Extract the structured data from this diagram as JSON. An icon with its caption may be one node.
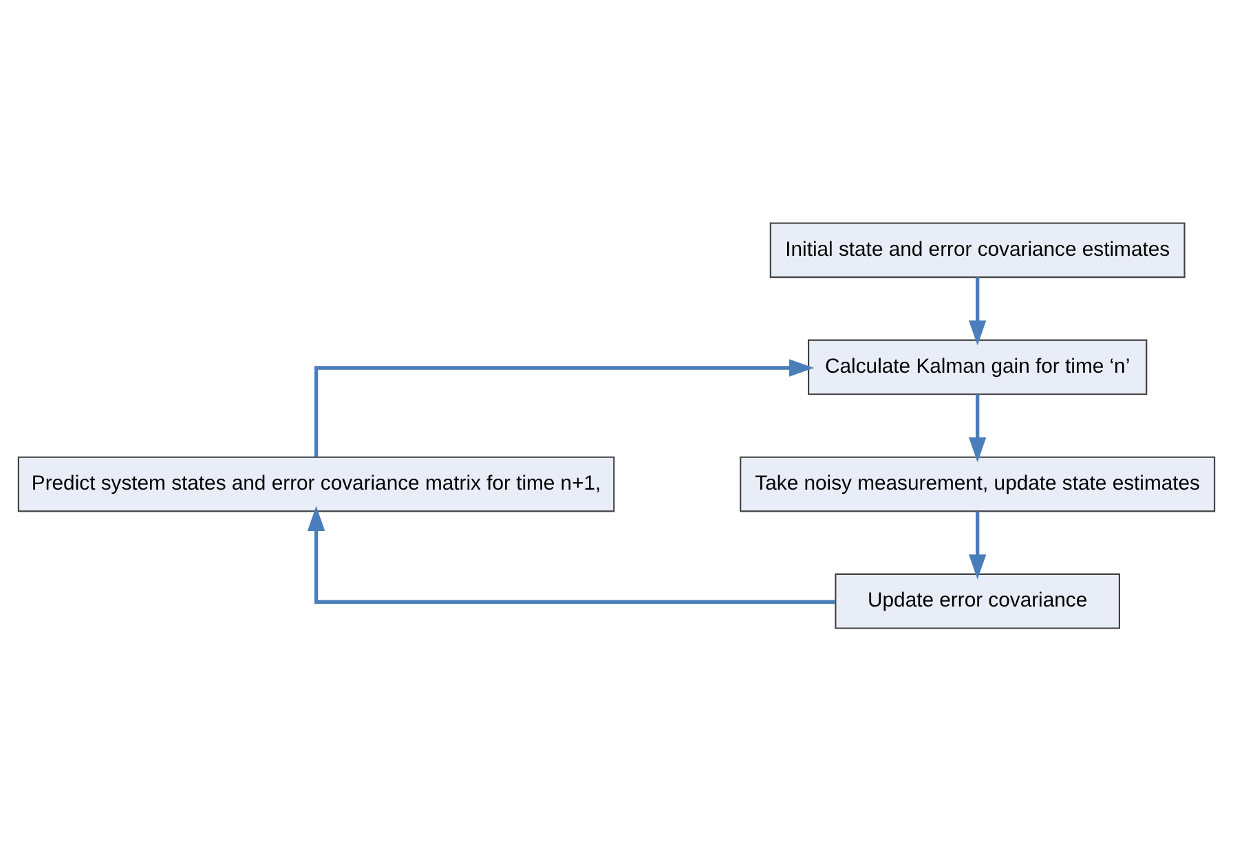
{
  "diagram": {
    "nodes": [
      {
        "text": [
          "Initial state and error covariance estimates"
        ]
      },
      {
        "text": [
          "Calculate Kalman gain for time ‘n’"
        ]
      },
      {
        "text": [
          "Predict system states and error covariance matrix for time n+1,"
        ]
      },
      {
        "text": [
          "Take noisy measurement, update state estimates"
        ]
      },
      {
        "text": [
          "Update error covariance"
        ]
      }
    ],
    "edges": [
      {
        "from": 0,
        "to": 1,
        "arrow": "to"
      },
      {
        "from": 1,
        "to": 3,
        "arrow": "to"
      },
      {
        "from": 3,
        "to": 4,
        "arrow": "to"
      },
      {
        "from": 4,
        "to": 2,
        "arrow": "to"
      },
      {
        "from": 2,
        "to": 1,
        "arrow": "to"
      }
    ]
  }
}
